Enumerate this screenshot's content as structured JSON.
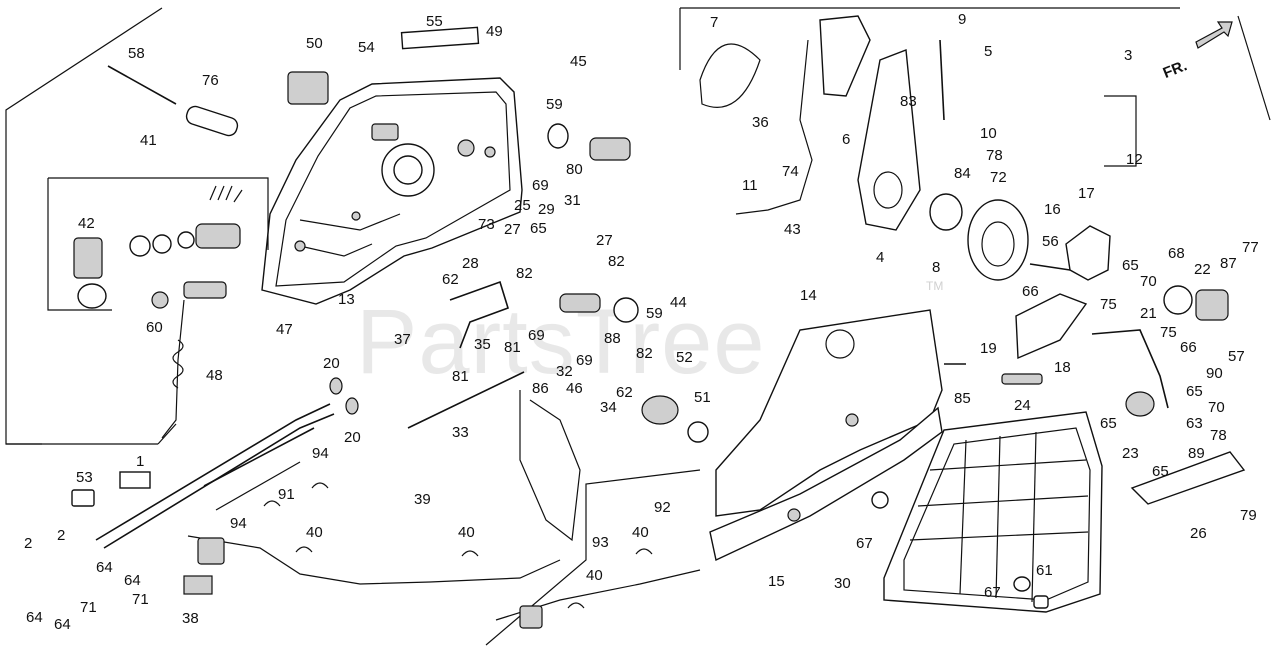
{
  "watermark": {
    "text": "PartsTree",
    "tm": "TM"
  },
  "direction": {
    "label": "FR."
  },
  "callouts": [
    {
      "id": "c1",
      "text": "1"
    },
    {
      "id": "c2a",
      "text": "2"
    },
    {
      "id": "c2b",
      "text": "2"
    },
    {
      "id": "c3",
      "text": "3"
    },
    {
      "id": "c4",
      "text": "4"
    },
    {
      "id": "c5",
      "text": "5"
    },
    {
      "id": "c6",
      "text": "6"
    },
    {
      "id": "c7",
      "text": "7"
    },
    {
      "id": "c8",
      "text": "8"
    },
    {
      "id": "c9",
      "text": "9"
    },
    {
      "id": "c10",
      "text": "10"
    },
    {
      "id": "c11",
      "text": "11"
    },
    {
      "id": "c12",
      "text": "12"
    },
    {
      "id": "c13",
      "text": "13"
    },
    {
      "id": "c14",
      "text": "14"
    },
    {
      "id": "c15",
      "text": "15"
    },
    {
      "id": "c16",
      "text": "16"
    },
    {
      "id": "c17",
      "text": "17"
    },
    {
      "id": "c18",
      "text": "18"
    },
    {
      "id": "c19",
      "text": "19"
    },
    {
      "id": "c20a",
      "text": "20"
    },
    {
      "id": "c20b",
      "text": "20"
    },
    {
      "id": "c21",
      "text": "21"
    },
    {
      "id": "c22",
      "text": "22"
    },
    {
      "id": "c23",
      "text": "23"
    },
    {
      "id": "c24",
      "text": "24"
    },
    {
      "id": "c25",
      "text": "25"
    },
    {
      "id": "c26",
      "text": "26"
    },
    {
      "id": "c27a",
      "text": "27"
    },
    {
      "id": "c27b",
      "text": "27"
    },
    {
      "id": "c28",
      "text": "28"
    },
    {
      "id": "c29",
      "text": "29"
    },
    {
      "id": "c30",
      "text": "30"
    },
    {
      "id": "c31",
      "text": "31"
    },
    {
      "id": "c32",
      "text": "32"
    },
    {
      "id": "c33",
      "text": "33"
    },
    {
      "id": "c34",
      "text": "34"
    },
    {
      "id": "c35",
      "text": "35"
    },
    {
      "id": "c36",
      "text": "36"
    },
    {
      "id": "c37",
      "text": "37"
    },
    {
      "id": "c38",
      "text": "38"
    },
    {
      "id": "c39",
      "text": "39"
    },
    {
      "id": "c40a",
      "text": "40"
    },
    {
      "id": "c40b",
      "text": "40"
    },
    {
      "id": "c40c",
      "text": "40"
    },
    {
      "id": "c40d",
      "text": "40"
    },
    {
      "id": "c41",
      "text": "41"
    },
    {
      "id": "c42",
      "text": "42"
    },
    {
      "id": "c43",
      "text": "43"
    },
    {
      "id": "c44",
      "text": "44"
    },
    {
      "id": "c45",
      "text": "45"
    },
    {
      "id": "c46",
      "text": "46"
    },
    {
      "id": "c47",
      "text": "47"
    },
    {
      "id": "c48",
      "text": "48"
    },
    {
      "id": "c49",
      "text": "49"
    },
    {
      "id": "c50",
      "text": "50"
    },
    {
      "id": "c51",
      "text": "51"
    },
    {
      "id": "c52",
      "text": "52"
    },
    {
      "id": "c53",
      "text": "53"
    },
    {
      "id": "c54",
      "text": "54"
    },
    {
      "id": "c55",
      "text": "55"
    },
    {
      "id": "c56",
      "text": "56"
    },
    {
      "id": "c57",
      "text": "57"
    },
    {
      "id": "c58",
      "text": "58"
    },
    {
      "id": "c59a",
      "text": "59"
    },
    {
      "id": "c59b",
      "text": "59"
    },
    {
      "id": "c60",
      "text": "60"
    },
    {
      "id": "c61",
      "text": "61"
    },
    {
      "id": "c62a",
      "text": "62"
    },
    {
      "id": "c62b",
      "text": "62"
    },
    {
      "id": "c63",
      "text": "63"
    },
    {
      "id": "c64a",
      "text": "64"
    },
    {
      "id": "c64b",
      "text": "64"
    },
    {
      "id": "c64c",
      "text": "64"
    },
    {
      "id": "c64d",
      "text": "64"
    },
    {
      "id": "c65a",
      "text": "65"
    },
    {
      "id": "c65b",
      "text": "65"
    },
    {
      "id": "c65c",
      "text": "65"
    },
    {
      "id": "c65d",
      "text": "65"
    },
    {
      "id": "c65e",
      "text": "65"
    },
    {
      "id": "c66a",
      "text": "66"
    },
    {
      "id": "c66b",
      "text": "66"
    },
    {
      "id": "c67a",
      "text": "67"
    },
    {
      "id": "c67b",
      "text": "67"
    },
    {
      "id": "c68",
      "text": "68"
    },
    {
      "id": "c69a",
      "text": "69"
    },
    {
      "id": "c69b",
      "text": "69"
    },
    {
      "id": "c69c",
      "text": "69"
    },
    {
      "id": "c70a",
      "text": "70"
    },
    {
      "id": "c70b",
      "text": "70"
    },
    {
      "id": "c71a",
      "text": "71"
    },
    {
      "id": "c71b",
      "text": "71"
    },
    {
      "id": "c72",
      "text": "72"
    },
    {
      "id": "c73",
      "text": "73"
    },
    {
      "id": "c74",
      "text": "74"
    },
    {
      "id": "c75a",
      "text": "75"
    },
    {
      "id": "c75b",
      "text": "75"
    },
    {
      "id": "c76",
      "text": "76"
    },
    {
      "id": "c77",
      "text": "77"
    },
    {
      "id": "c78a",
      "text": "78"
    },
    {
      "id": "c78b",
      "text": "78"
    },
    {
      "id": "c79",
      "text": "79"
    },
    {
      "id": "c80",
      "text": "80"
    },
    {
      "id": "c81a",
      "text": "81"
    },
    {
      "id": "c81b",
      "text": "81"
    },
    {
      "id": "c82a",
      "text": "82"
    },
    {
      "id": "c82b",
      "text": "82"
    },
    {
      "id": "c82c",
      "text": "82"
    },
    {
      "id": "c83",
      "text": "83"
    },
    {
      "id": "c84",
      "text": "84"
    },
    {
      "id": "c85",
      "text": "85"
    },
    {
      "id": "c86",
      "text": "86"
    },
    {
      "id": "c87",
      "text": "87"
    },
    {
      "id": "c88",
      "text": "88"
    },
    {
      "id": "c89",
      "text": "89"
    },
    {
      "id": "c90",
      "text": "90"
    },
    {
      "id": "c91",
      "text": "91"
    },
    {
      "id": "c92",
      "text": "92"
    },
    {
      "id": "c93",
      "text": "93"
    },
    {
      "id": "c94a",
      "text": "94"
    },
    {
      "id": "c94b",
      "text": "94"
    }
  ]
}
